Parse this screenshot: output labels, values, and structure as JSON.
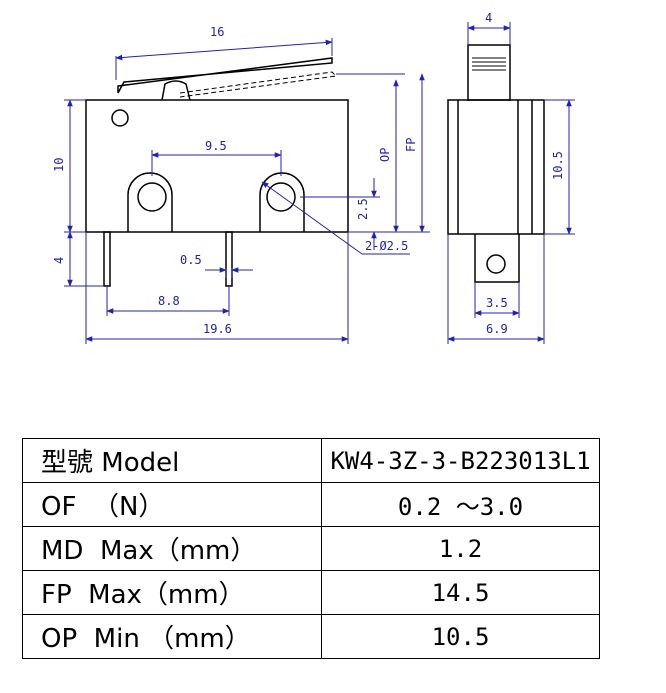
{
  "drawing": {
    "side_view": {
      "lever_length": "16",
      "body_height": "10",
      "terminal_length": "4",
      "hole_spacing": "9.5",
      "op_label": "OP",
      "fp_label": "FP",
      "hole_offset": "2.5",
      "hole_callout": "2-Ø2.5",
      "terminal_thickness": "0.5",
      "terminal_spacing": "8.8",
      "body_length": "19.6"
    },
    "end_view": {
      "actuator_width": "4",
      "body_height": "10.5",
      "terminal_width": "3.5",
      "body_width": "6.9"
    },
    "colors": {
      "outline": "#000000",
      "dimension": "#2323a8"
    }
  },
  "spec_table": {
    "rows": [
      {
        "label": "型號 Model",
        "value": "KW4-3Z-3-B223013L1"
      },
      {
        "label": "OF  （N）",
        "value": "0.2 ～3.0"
      },
      {
        "label": "MD  Max（mm）",
        "value": "1.2"
      },
      {
        "label": "FP  Max（mm）",
        "value": "14.5"
      },
      {
        "label": "OP  Min （mm）",
        "value": "10.5"
      }
    ]
  }
}
